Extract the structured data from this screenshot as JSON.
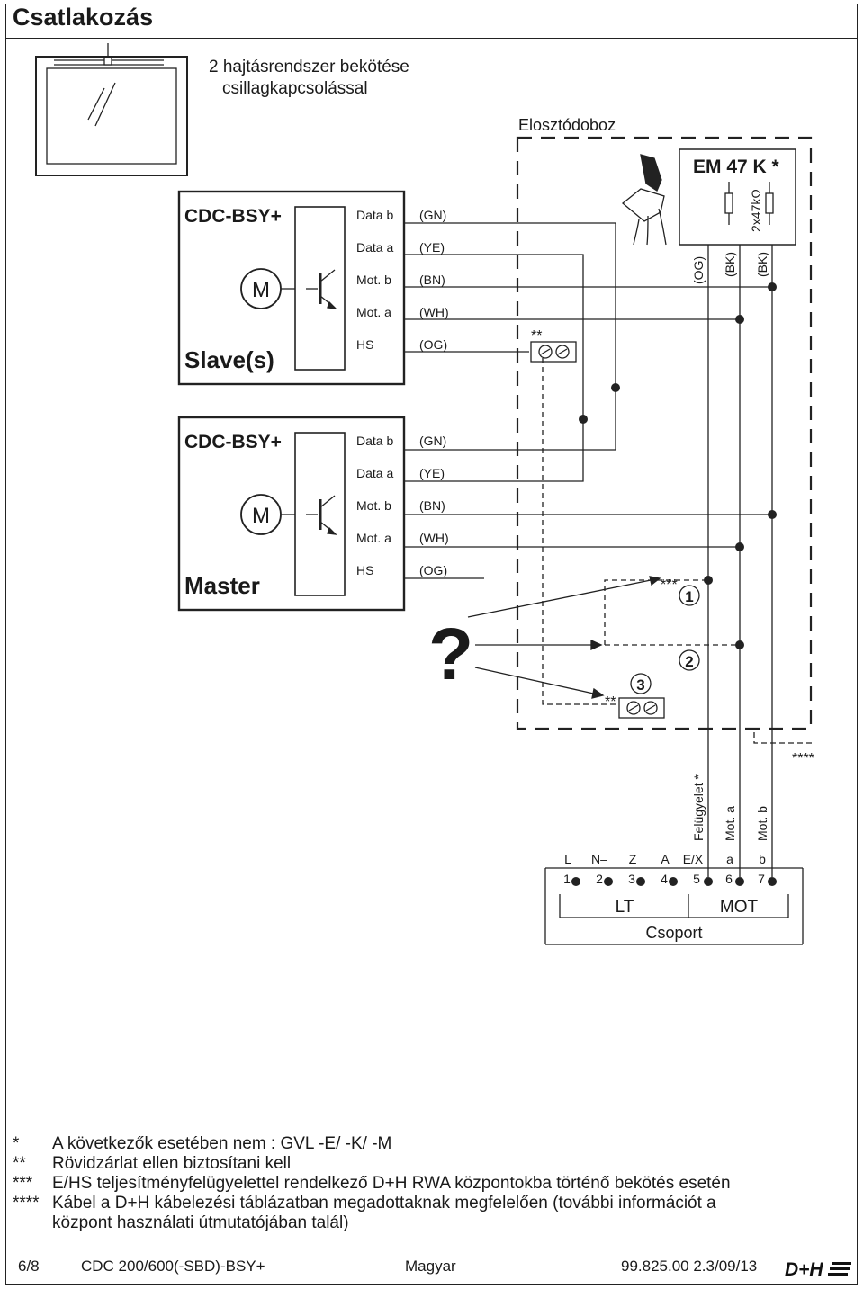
{
  "title": "Csatlakozás",
  "header_text": [
    "2 hajtásrendszer bekötése",
    "csillagkapcsolással"
  ],
  "distribution_box": {
    "label": "Elosztódoboz",
    "module": "EM 47 K *",
    "resistor": "2x47kΩ",
    "wire_labels": [
      "(OG)",
      "(BK)",
      "(BK)"
    ]
  },
  "slave": {
    "model": "CDC-BSY+",
    "motor": "M",
    "role": "Slave(s)",
    "terminals": [
      {
        "name": "Data b",
        "color": "(GN)"
      },
      {
        "name": "Data a",
        "color": "(YE)"
      },
      {
        "name": "Mot. b",
        "color": "(BN)"
      },
      {
        "name": "Mot. a",
        "color": "(WH)"
      },
      {
        "name": "HS",
        "color": "(OG)"
      }
    ]
  },
  "master": {
    "model": "CDC-BSY+",
    "motor": "M",
    "role": "Master",
    "terminals": [
      {
        "name": "Data b",
        "color": "(GN)"
      },
      {
        "name": "Data a",
        "color": "(YE)"
      },
      {
        "name": "Mot. b",
        "color": "(BN)"
      },
      {
        "name": "Mot. a",
        "color": "(WH)"
      },
      {
        "name": "HS",
        "color": "(OG)"
      }
    ]
  },
  "markers": {
    "short_circuit": "**",
    "triple": "***",
    "quad": "****",
    "question": "?",
    "num1": "1",
    "num2": "2",
    "num3": "3"
  },
  "cable_labels": [
    "Felügyelet *",
    "Mot. a",
    "Mot. b"
  ],
  "terminal_block": {
    "letters": [
      "L",
      "N–",
      "Z",
      "A",
      "E/X",
      "a",
      "b"
    ],
    "numbers": [
      "1",
      "2",
      "3",
      "4",
      "5",
      "6",
      "7"
    ],
    "lt": "LT",
    "mot": "MOT",
    "group": "Csoport"
  },
  "footnotes": [
    {
      "mark": "*",
      "text": "A következők esetében nem : GVL -E/ -K/ -M"
    },
    {
      "mark": "**",
      "text": "Rövidzárlat ellen biztosítani kell"
    },
    {
      "mark": "***",
      "text": "E/HS teljesítményfelügyelettel rendelkező D+H RWA központokba történő bekötés esetén"
    },
    {
      "mark": "****",
      "text": "Kábel a D+H kábelezési táblázatban megadottaknak megfelelően (további információt a"
    },
    {
      "mark": "",
      "text": "központ használati útmutatójában talál)"
    }
  ],
  "footer": {
    "page": "6/8",
    "product": "CDC 200/600(-SBD)-BSY+",
    "language": "Magyar",
    "doc": "99.825.00 2.3/09/13",
    "logo": "D+H"
  }
}
